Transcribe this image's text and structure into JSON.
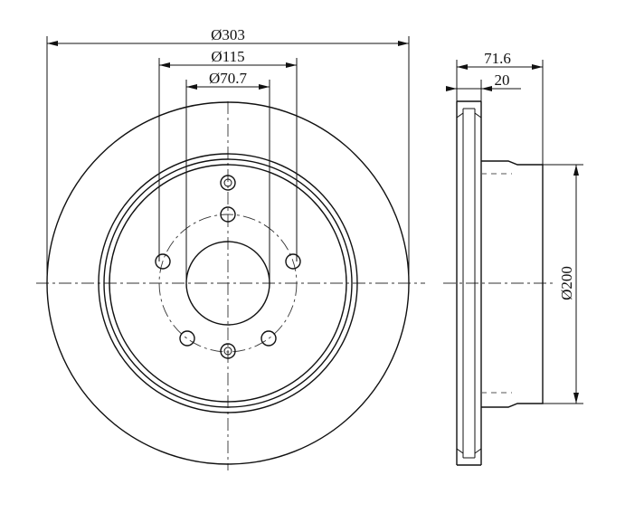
{
  "dimensions": {
    "outer_diameter": "Ø303",
    "bolt_circle_diameter": "Ø115",
    "center_bore_diameter": "Ø70.7",
    "total_height": "71.6",
    "disc_thickness": "20",
    "hat_diameter": "Ø200"
  },
  "colors": {
    "line": "#111111",
    "background": "#ffffff"
  }
}
